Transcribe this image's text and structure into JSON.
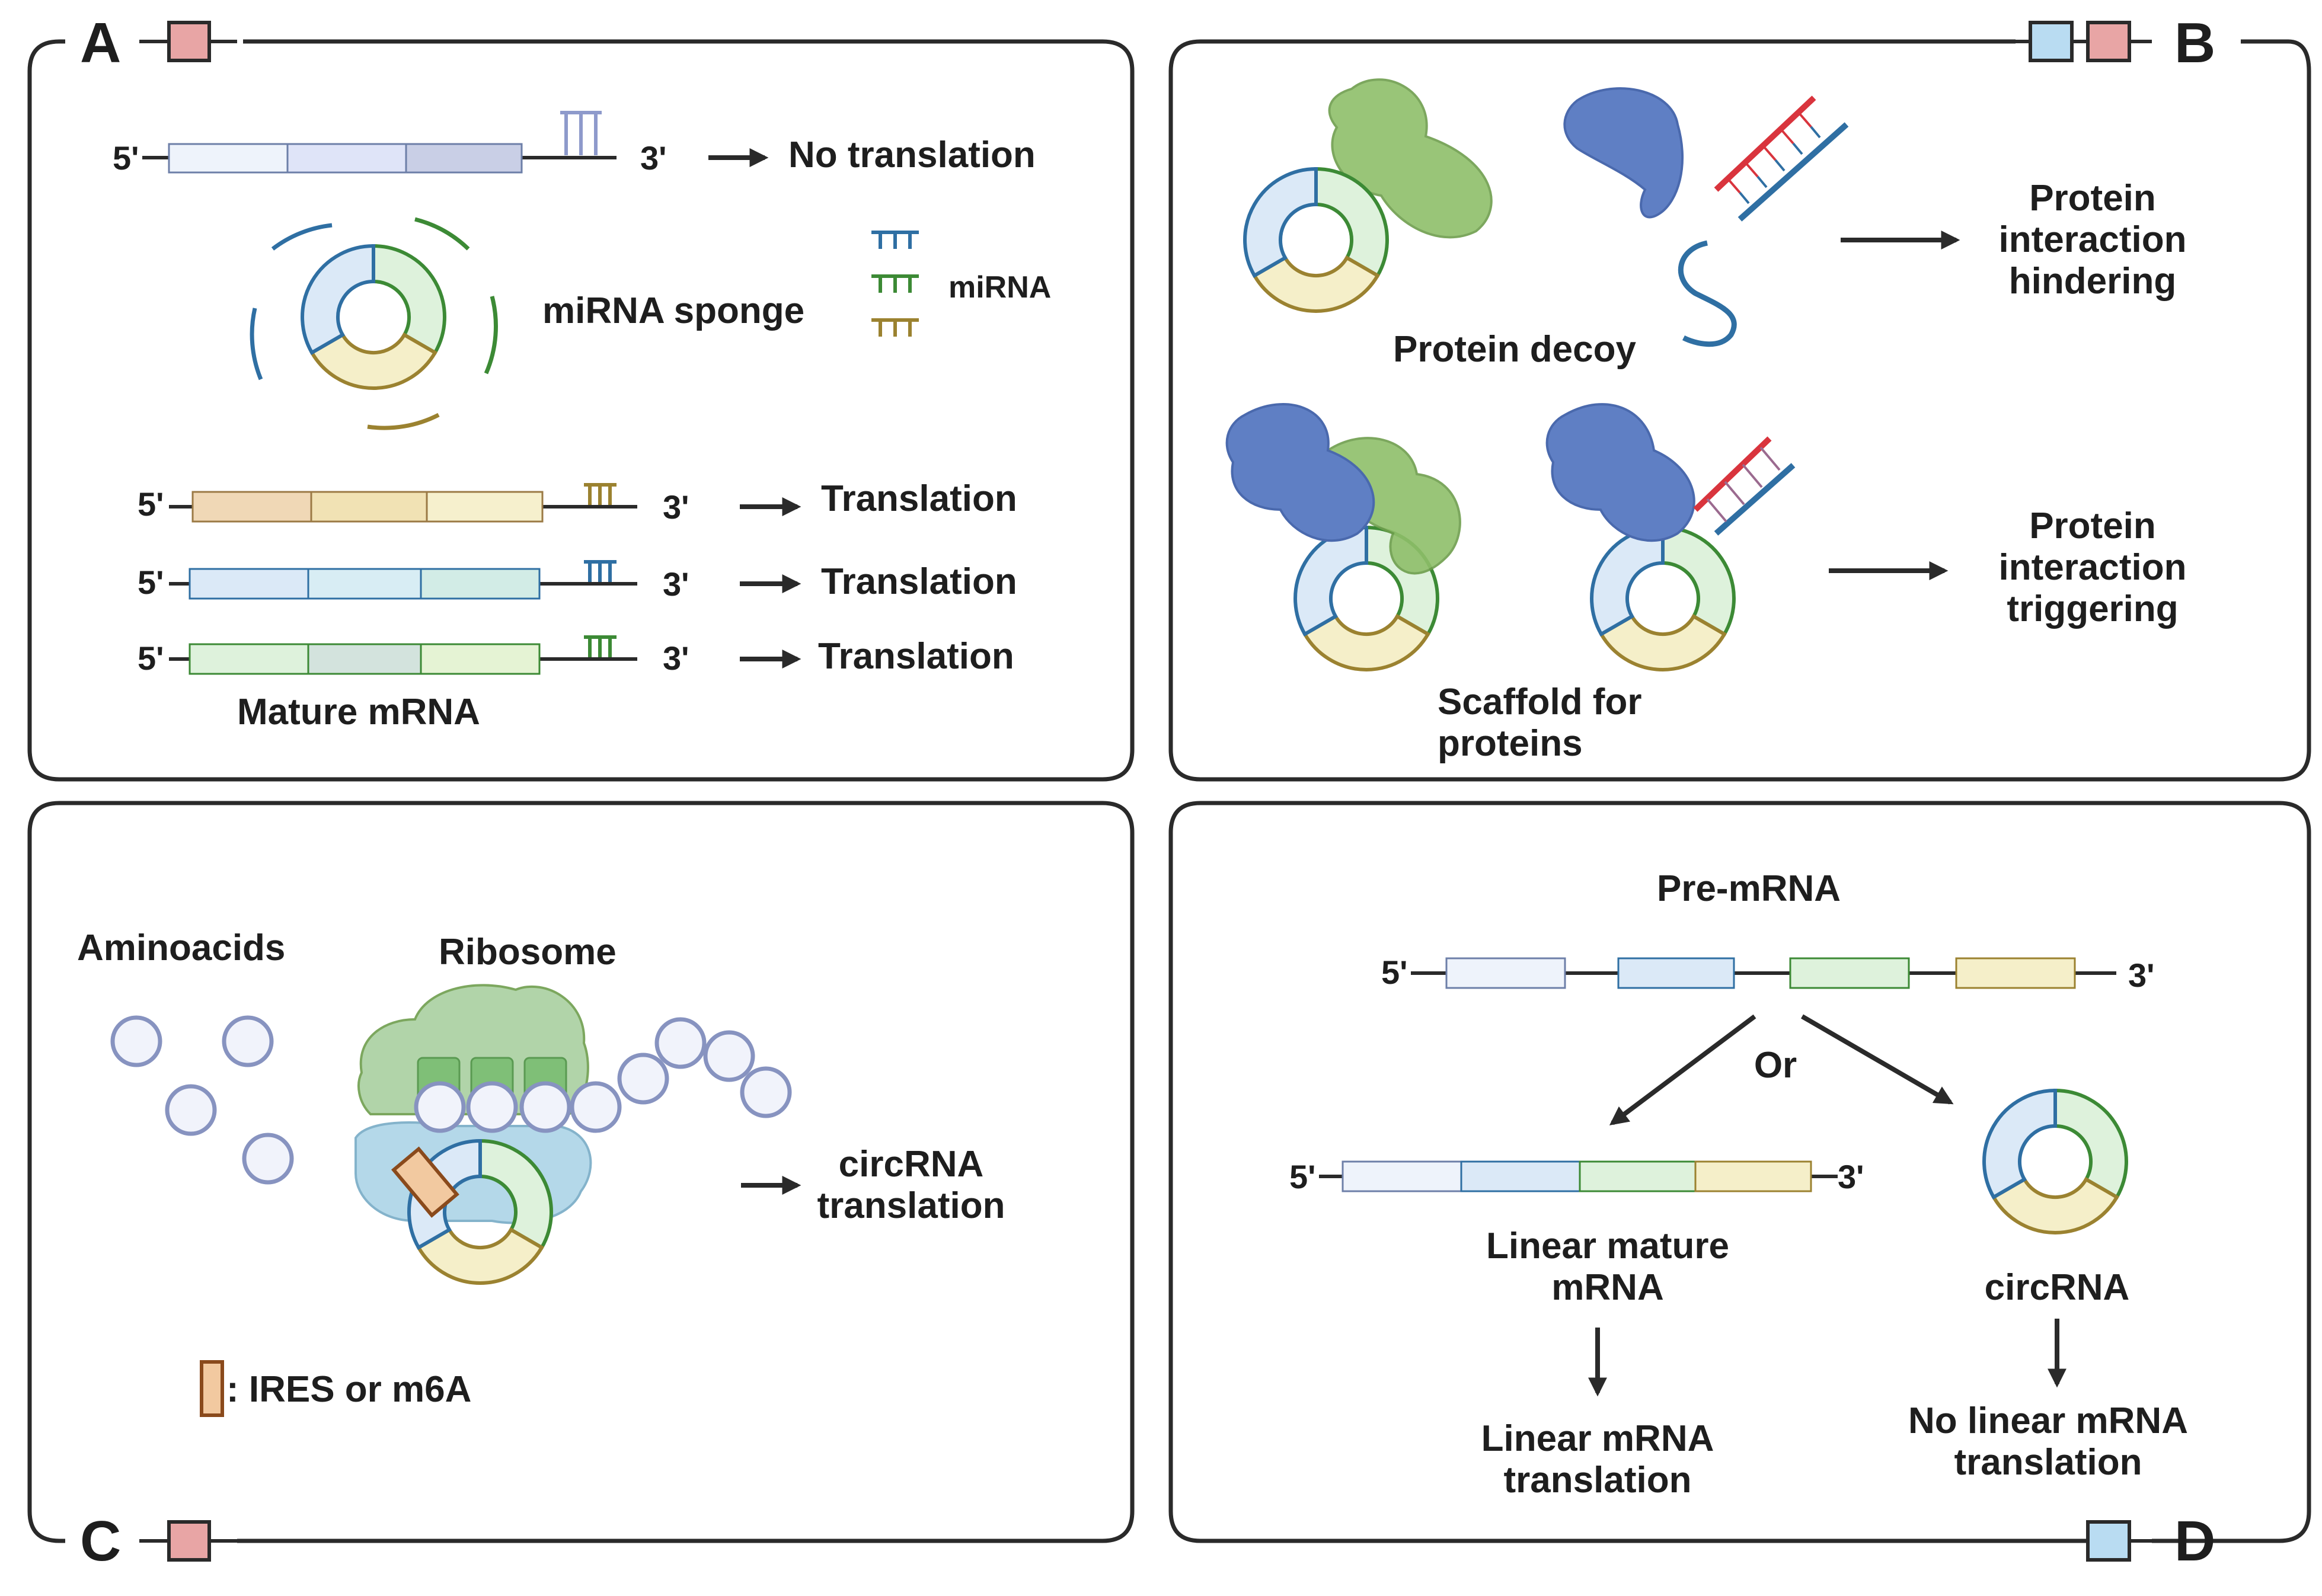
{
  "panels": {
    "a": {
      "letter": "A",
      "no_translation_label": "No translation",
      "sponge_label": "miRNA sponge",
      "mirna_label": "miRNA",
      "translation_labels": [
        "Translation",
        "Translation",
        "Translation"
      ],
      "mature_label": "Mature mRNA",
      "five_prime": "5'",
      "three_prime": "3'"
    },
    "b": {
      "letter": "B",
      "decoy_label": "Protein decoy",
      "hindering_lines": [
        "Protein",
        "interaction",
        "hindering"
      ],
      "scaffold_lines": [
        "Scaffold for",
        "proteins"
      ],
      "triggering_lines": [
        "Protein",
        "interaction",
        "triggering"
      ]
    },
    "c": {
      "letter": "C",
      "aminoacids_label": "Aminoacids",
      "ribosome_label": "Ribosome",
      "circ_translation_lines": [
        "circRNA",
        "translation"
      ],
      "ires_label": ": IRES or m6A"
    },
    "d": {
      "letter": "D",
      "pre_mrna_label": "Pre-mRNA",
      "or_label": "Or",
      "linear_mature_lines": [
        "Linear mature",
        "mRNA"
      ],
      "circrna_label": "circRNA",
      "linear_translation_lines": [
        "Linear mRNA",
        "translation"
      ],
      "no_linear_lines": [
        "No linear mRNA",
        "translation"
      ],
      "five_prime": "5'",
      "three_prime": "3'"
    }
  },
  "colors": {
    "pink_marker": "#e8a5a5",
    "blue_marker": "#b9dcf2",
    "protein_green": "#8fbf6a",
    "protein_blue": "#5f7fc4",
    "exon_blue": "#dbe9f7",
    "exon_green": "#def2dc",
    "exon_yellow": "#f5efc9",
    "ires_orange": "#f2c9a0"
  }
}
